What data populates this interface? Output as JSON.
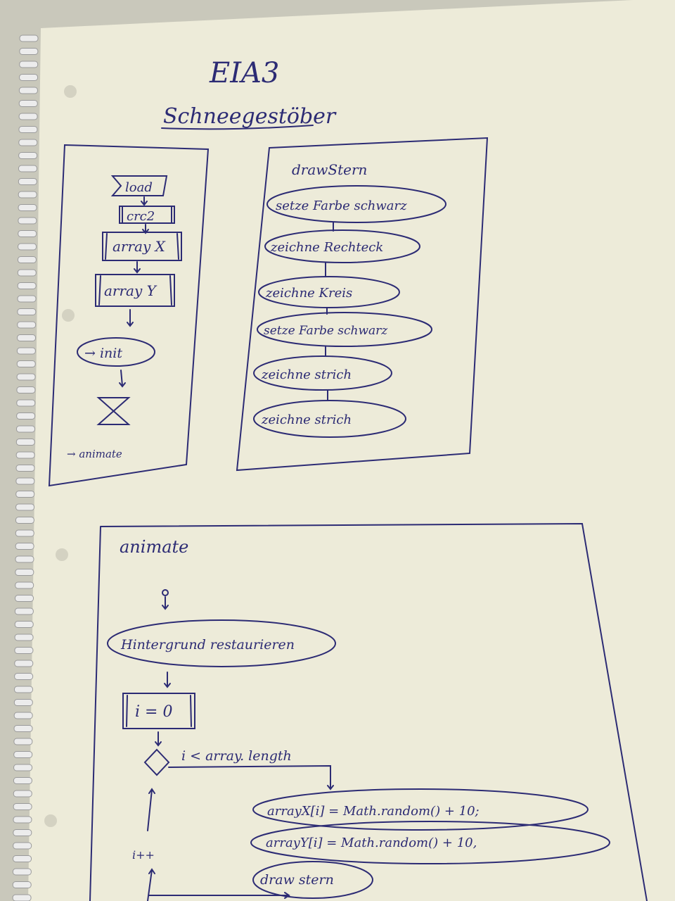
{
  "page": {
    "title": "EIA3",
    "subtitle": "Schneegestöber"
  },
  "main_panel": {
    "nodes": [
      "load",
      "crc2",
      "array X",
      "array Y",
      "→ init"
    ],
    "footer": "→ animate"
  },
  "drawstern_panel": {
    "title": "drawStern",
    "steps": [
      "setze Farbe schwarz",
      "zeichne Rechteck",
      "zeichne Kreis",
      "setze Farbe schwarz",
      "zeichne strich",
      "zeichne strich"
    ]
  },
  "animate_panel": {
    "title": "animate",
    "background_step": "Hintergrund restaurieren",
    "init_step": "i = 0",
    "condition": "i < array. length",
    "body_steps": [
      "arrayX[i] = Math.random() + 10;",
      "arrayY[i] = Math.random() + 10,",
      "draw stern"
    ],
    "increment": "i++"
  },
  "colors": {
    "paper": "#edebd9",
    "ink": "#2c2b74",
    "desk": "#c9c8bb"
  }
}
